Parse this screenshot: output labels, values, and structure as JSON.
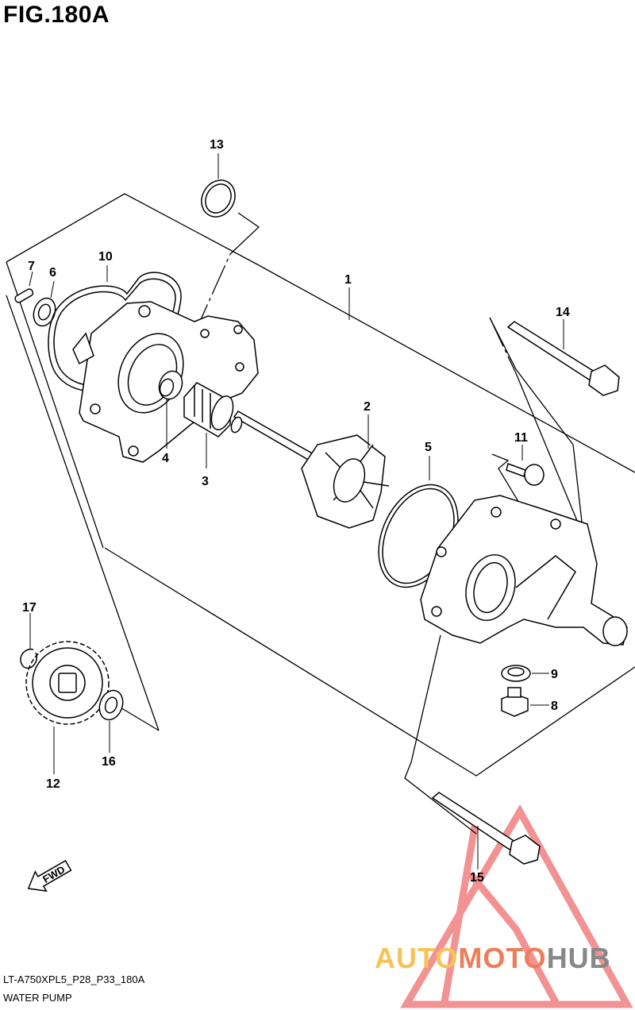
{
  "figure": {
    "title": "FIG.180A",
    "code": "LT-A750XPL5_P28_P33_180A",
    "name": "WATER PUMP"
  },
  "callouts": [
    "1",
    "2",
    "3",
    "4",
    "5",
    "6",
    "7",
    "8",
    "9",
    "10",
    "11",
    "12",
    "13",
    "14",
    "15",
    "16",
    "17"
  ],
  "fwd_label": "FWD",
  "watermark": {
    "part1": "AUTO",
    "part2": "MOTO",
    "part3": "HUB",
    "colors": {
      "auto": "#f6c35a",
      "moto": "#ee7d5a",
      "hub": "#888888",
      "logo": "#f08080"
    }
  },
  "colors": {
    "line": "#000000",
    "background": "#ffffff"
  }
}
